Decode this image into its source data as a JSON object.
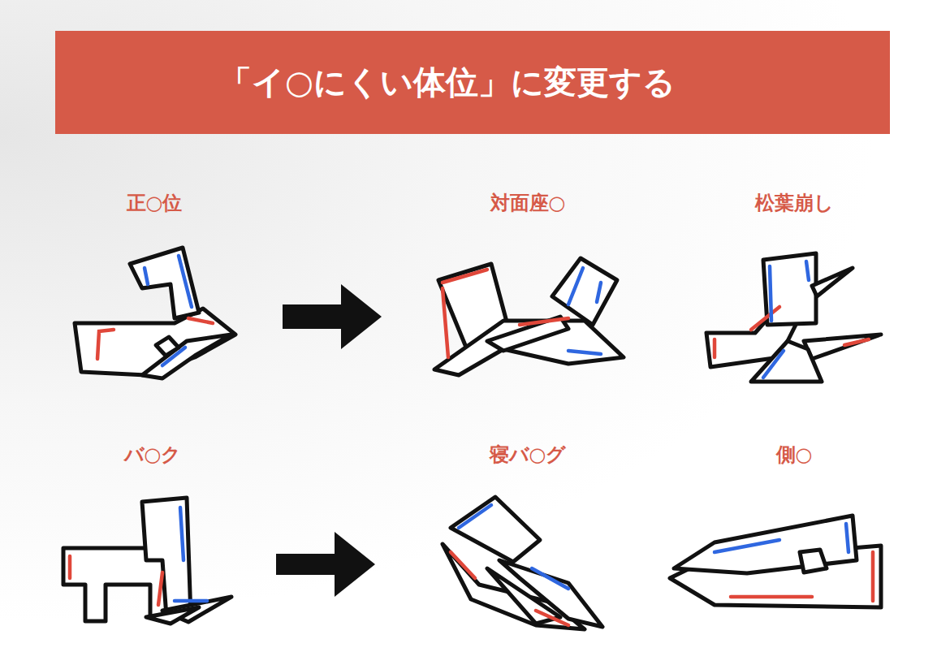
{
  "diagram": {
    "title": "「イ○にくい体位」に変更する",
    "labels": [
      "正○位",
      "対面座○",
      "松葉崩し",
      "バ○ク",
      "寝バ○グ",
      "側○"
    ]
  }
}
